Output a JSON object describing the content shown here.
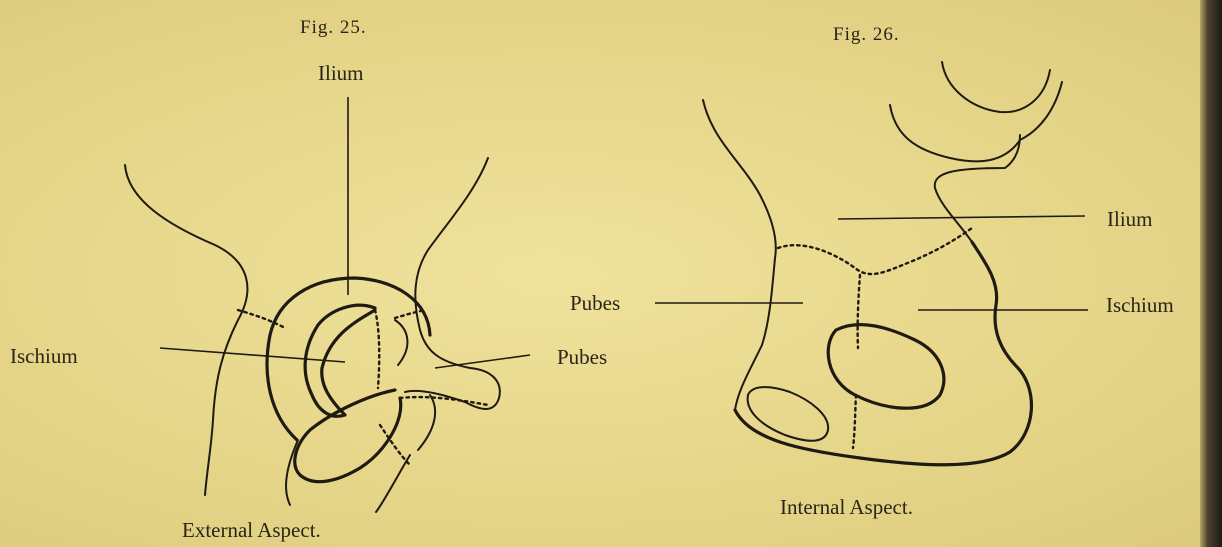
{
  "figures": [
    {
      "title": "Fig. 25.",
      "caption": "External Aspect.",
      "labels": {
        "ilium": "Ilium",
        "ischium": "Ischium",
        "pubes": "Pubes"
      }
    },
    {
      "title": "Fig. 26.",
      "caption": "Internal Aspect.",
      "labels": {
        "ilium": "Ilium",
        "ischium": "Ischium",
        "pubes": "Pubes"
      }
    }
  ],
  "colors": {
    "paper": "#e8d98e",
    "ink": "#1f1a12"
  },
  "icons": {
    "figure-25": "hip-bone-external-outline",
    "figure-26": "hip-bone-internal-outline"
  }
}
